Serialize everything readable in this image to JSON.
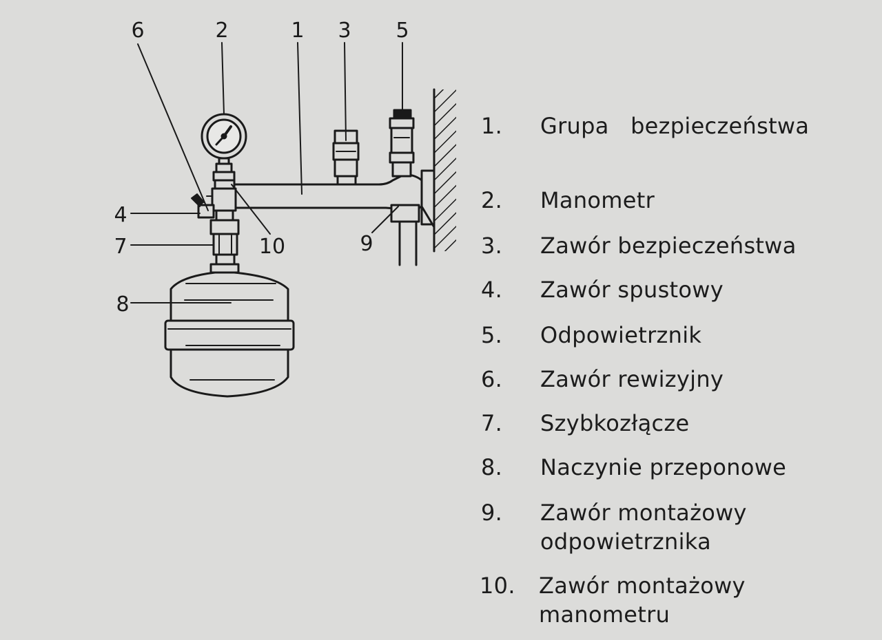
{
  "callouts": [
    "1",
    "2",
    "3",
    "4",
    "5",
    "6",
    "7",
    "8",
    "9",
    "10"
  ],
  "legend": [
    {
      "num": "1.",
      "text": "Grupa   bezpieczeństwa"
    },
    {
      "num": "2.",
      "text": "Manometr"
    },
    {
      "num": "3.",
      "text": "Zawór bezpieczeństwa"
    },
    {
      "num": "4.",
      "text": "Zawór spustowy"
    },
    {
      "num": "5.",
      "text": "Odpowietrznik"
    },
    {
      "num": "6.",
      "text": "Zawór rewizyjny"
    },
    {
      "num": "7.",
      "text": "Szybkozłącze"
    },
    {
      "num": "8.",
      "text": "Naczynie przeponowe"
    },
    {
      "num": "9.",
      "text": "Zawór montażowy",
      "text2": "odpowietrznika"
    },
    {
      "num": "10.",
      "text": "Zawór montażowy",
      "text2": "manometru"
    }
  ]
}
